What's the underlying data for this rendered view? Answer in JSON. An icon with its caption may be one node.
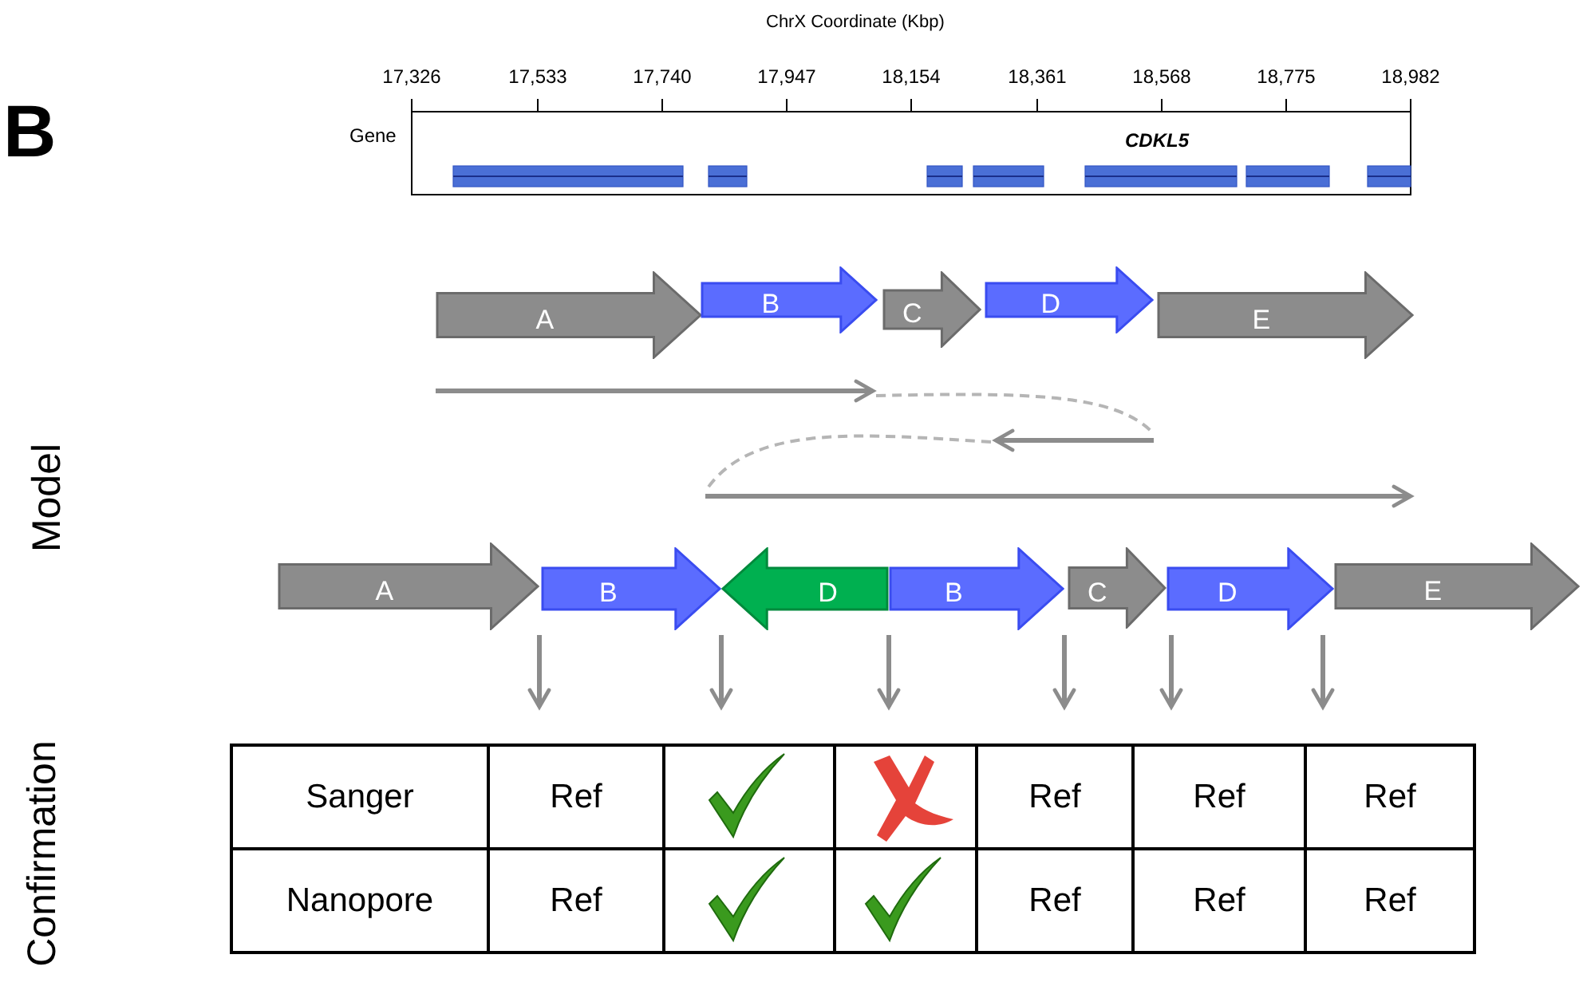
{
  "diagram": {
    "nodes": [
      {
        "text": [
          "A"
        ]
      },
      {
        "text": [
          "B"
        ]
      },
      {
        "text": [
          "C"
        ]
      },
      {
        "text": [
          "D"
        ]
      },
      {
        "text": [
          "E"
        ]
      },
      {
        "text": [
          "A"
        ]
      },
      {
        "text": [
          "B"
        ]
      },
      {
        "text": [
          "D"
        ]
      },
      {
        "text": [
          "B"
        ]
      },
      {
        "text": [
          "C"
        ]
      },
      {
        "text": [
          "D"
        ]
      },
      {
        "text": [
          "E"
        ]
      }
    ],
    "labels": [
      "B",
      "ChrX Coordinate (Kbp)",
      "17,326",
      "17,533",
      "17,740",
      "17,947",
      "18,154",
      "18,361",
      "18,568",
      "18,775",
      "18,982",
      "Gene",
      "CDKL5",
      "Model",
      "Confirmation",
      "Sanger",
      "Ref",
      "Ref",
      "Ref",
      "Ref",
      "Nanopore",
      "Ref",
      "Ref",
      "Ref",
      "Ref"
    ]
  }
}
